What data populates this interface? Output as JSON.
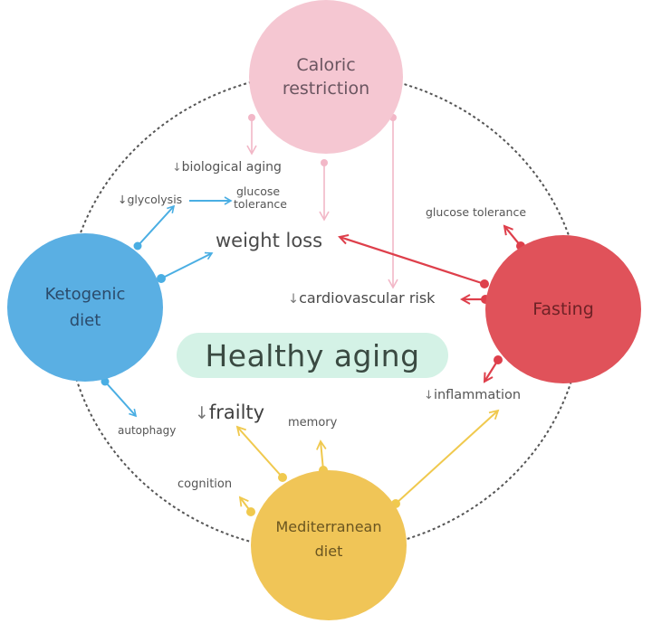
{
  "diagram": {
    "title": "Healthy aging",
    "colors": {
      "caloric": "#f5c7d2",
      "keto": "#5aafe3",
      "fasting": "#e0525a",
      "mediterranean": "#f0c557",
      "center_pill": "#d4f2e6",
      "ring": "#555555"
    },
    "nodes": {
      "caloric": {
        "line1": "Caloric",
        "line2": "restriction"
      },
      "keto": {
        "line1": "Ketogenic",
        "line2": "diet"
      },
      "fasting": {
        "line1": "Fasting"
      },
      "mediterranean": {
        "line1": "Mediterranean",
        "line2": "diet"
      }
    },
    "outcomes": {
      "biological_aging": {
        "prefix": "↓",
        "text": "biological aging"
      },
      "glycolysis": {
        "prefix": "↓",
        "text": "glycolysis"
      },
      "glucose_tolerance_keto": {
        "line1": "glucose",
        "line2": "tolerance"
      },
      "weight_loss": {
        "text": "weight loss"
      },
      "glucose_tolerance_fasting": {
        "text": "glucose tolerance"
      },
      "cardiovascular_risk": {
        "prefix": "↓",
        "text": "cardiovascular risk"
      },
      "inflammation": {
        "prefix": "↓",
        "text": "inflammation"
      },
      "frailty": {
        "prefix": "↓",
        "text": "frailty"
      },
      "memory": {
        "text": "memory"
      },
      "cognition": {
        "text": "cognition"
      },
      "autophagy": {
        "text": "autophagy"
      }
    }
  }
}
